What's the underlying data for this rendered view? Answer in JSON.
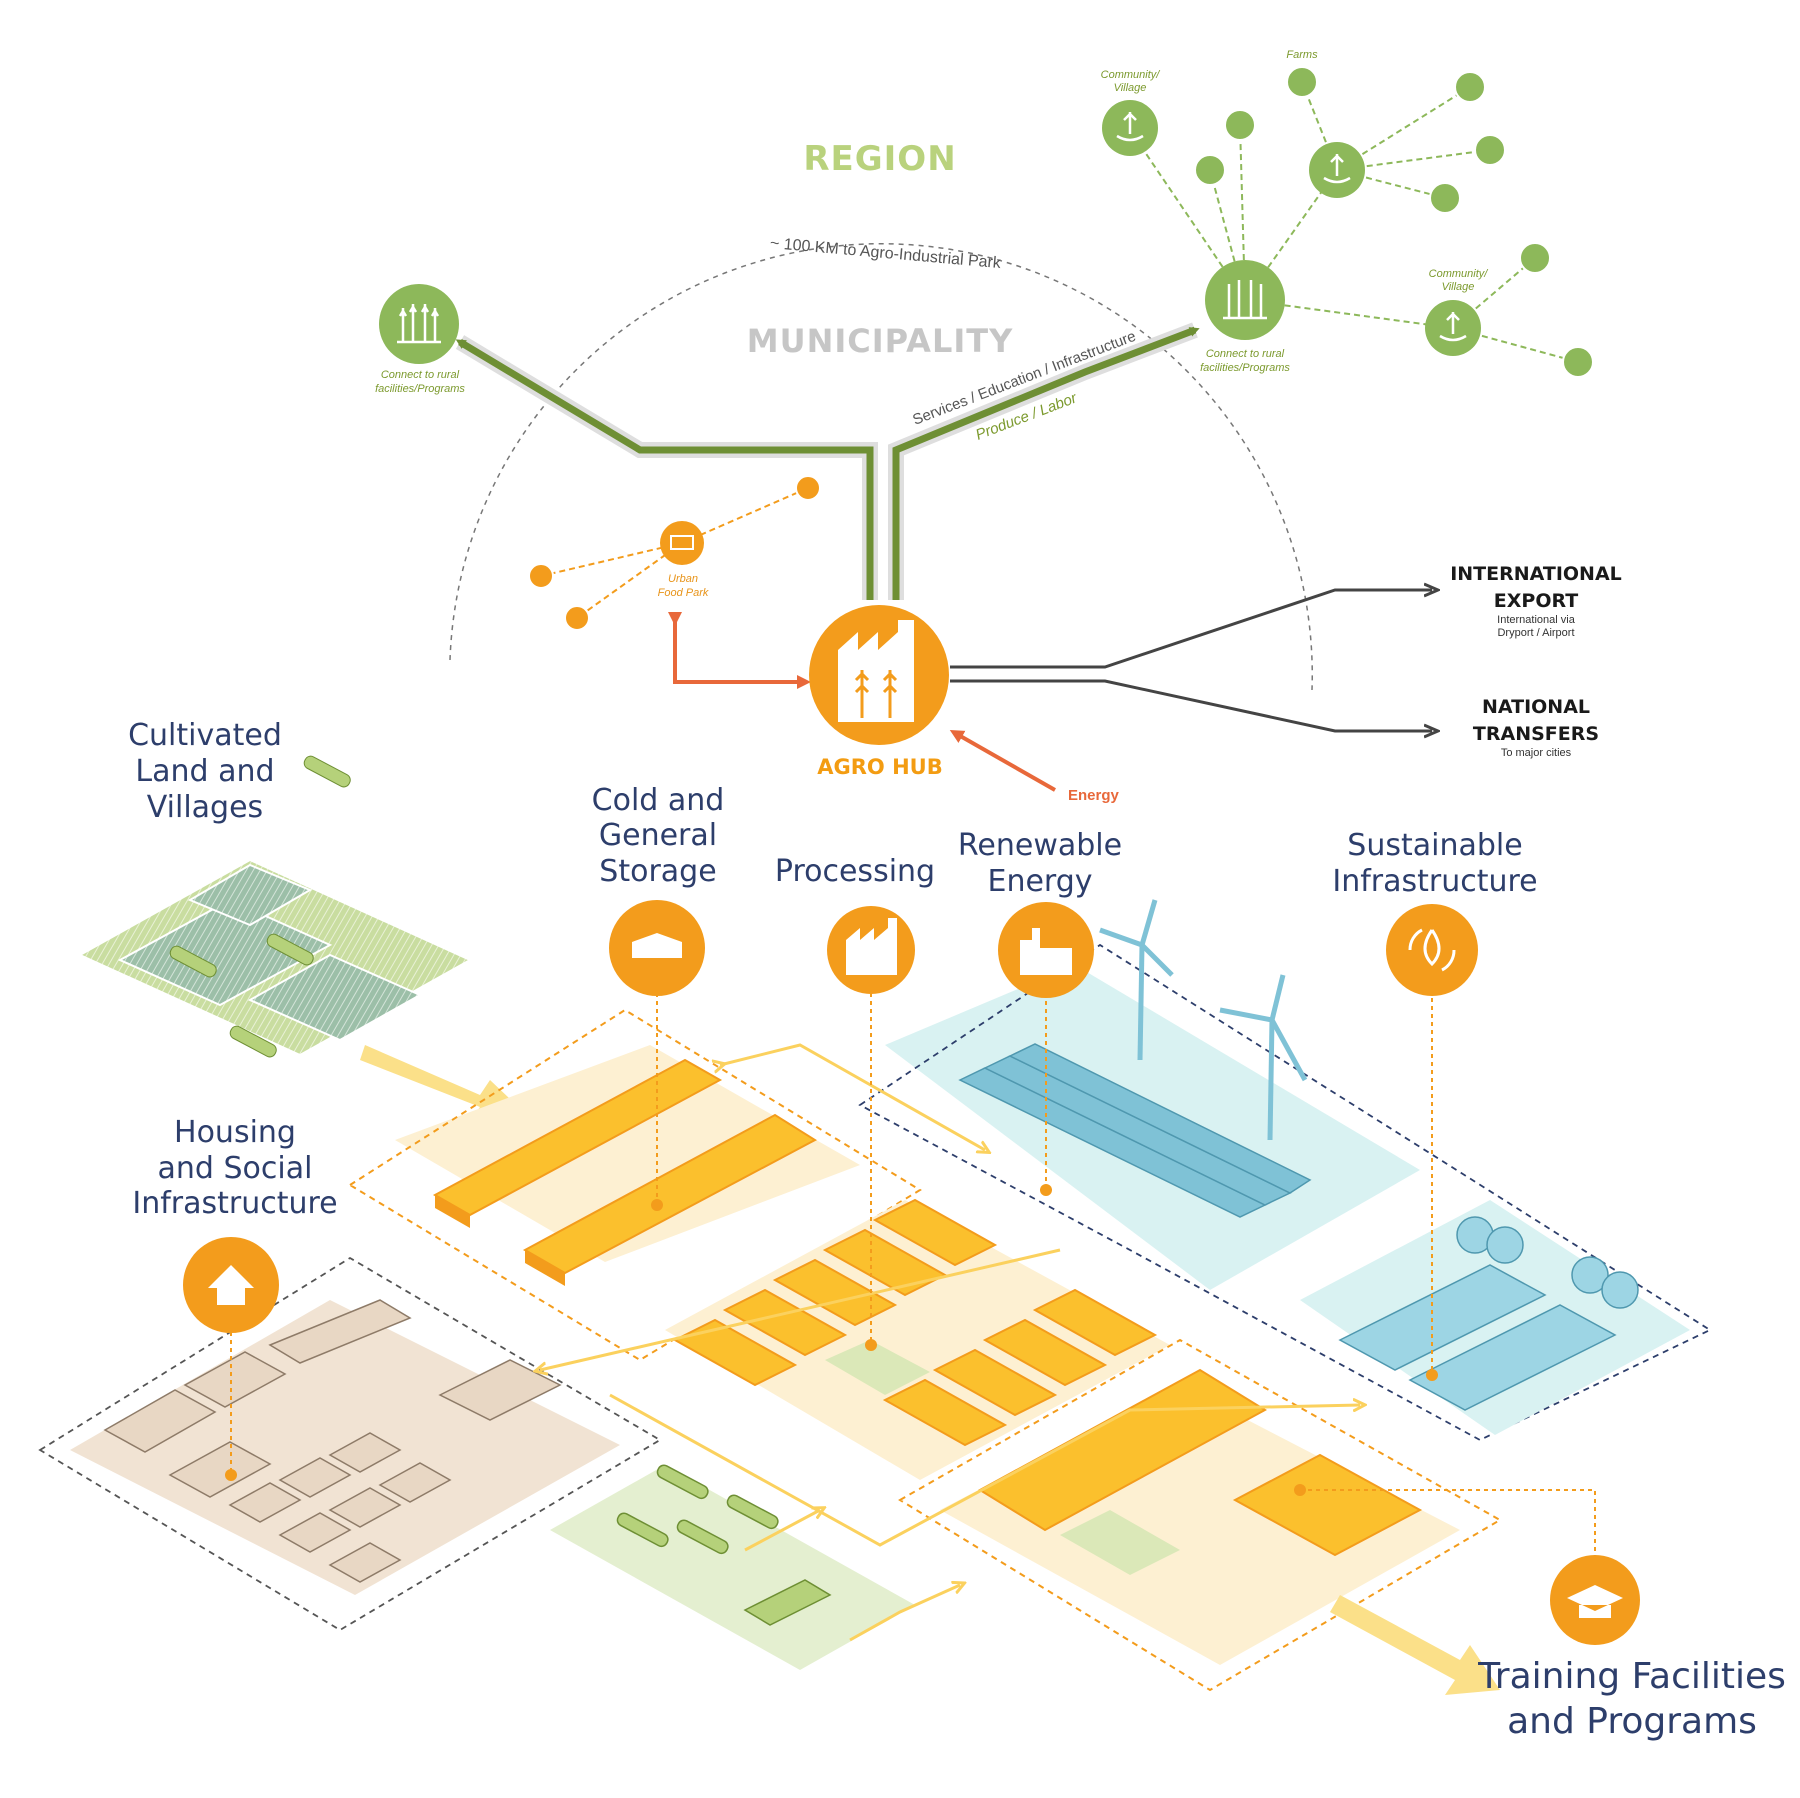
{
  "region": {
    "title": "REGION",
    "arc_label": "~ 100 KM to Agro-Industrial Park",
    "municipality": "MUNICIPALITY",
    "flow_services": "Services / Education / Infrastructure",
    "flow_produce": "Produce / Labor",
    "rural_left_label": [
      "Connect to rural",
      "facilities/Programs"
    ],
    "rural_right_label": [
      "Connect to rural",
      "facilities/Programs"
    ],
    "community_top_label": [
      "Community/",
      "Village"
    ],
    "farms_label": "Farms",
    "community_right_label": [
      "Community/",
      "Village"
    ],
    "urban_food_park": [
      "Urban",
      "Food Park"
    ]
  },
  "hub": {
    "label": "AGRO HUB",
    "energy": "Energy"
  },
  "destinations": {
    "international": {
      "title": [
        "INTERNATIONAL",
        "EXPORT"
      ],
      "sub": [
        "International via",
        "Dryport / Airport"
      ]
    },
    "national": {
      "title": [
        "NATIONAL",
        "TRANSFERS"
      ],
      "sub": [
        "To major cities"
      ]
    }
  },
  "categories": {
    "cultivated": [
      "Cultivated",
      "Land and",
      "Villages"
    ],
    "storage": [
      "Cold and",
      "General",
      "Storage"
    ],
    "processing": [
      "Processing"
    ],
    "renewable": [
      "Renewable",
      "Energy"
    ],
    "sustainable": [
      "Sustainable",
      "Infrastructure"
    ],
    "housing": [
      "Housing",
      "and Social",
      "Infrastructure"
    ],
    "training": [
      "Training Facilities",
      "and Programs"
    ]
  },
  "colors": {
    "green": "#8db85a",
    "green_dark": "#6e8f34",
    "orange": "#f39c1c",
    "orange_light": "#fbd15e",
    "red_orange": "#e8683a",
    "navy_text": "#2d3e6b",
    "teal_zone": "#d9f2f2",
    "blue_struct": "#7fc2d6"
  }
}
